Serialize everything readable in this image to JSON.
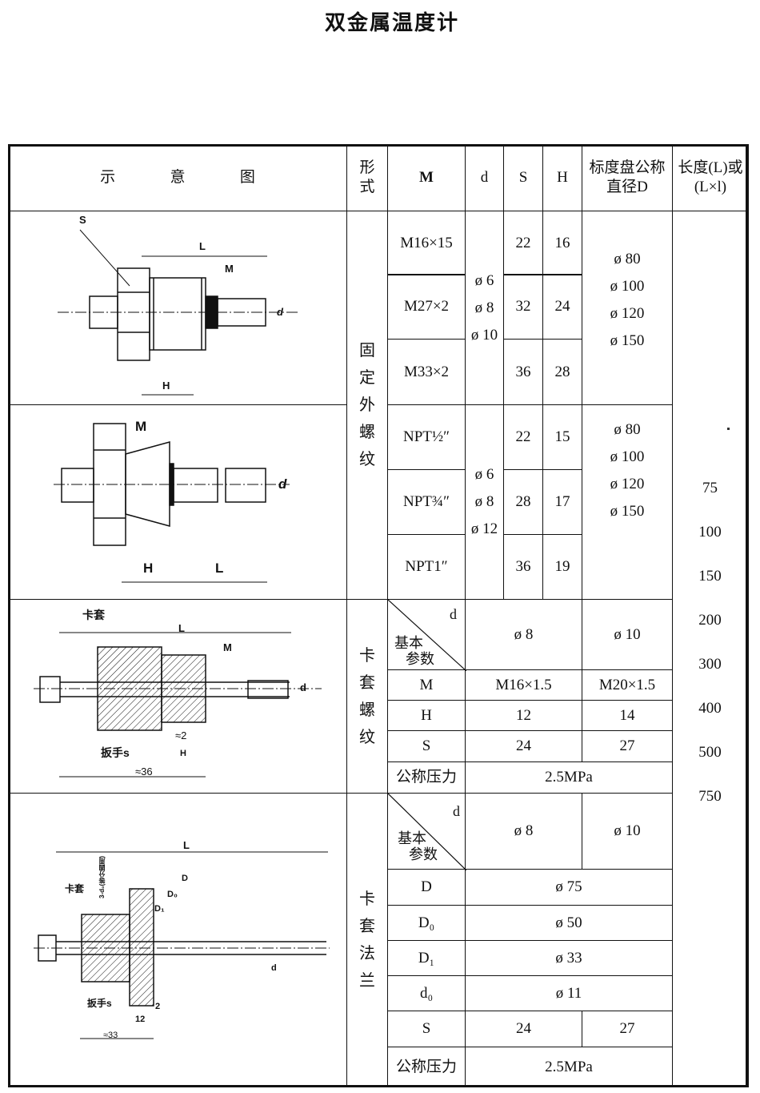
{
  "title": "双金属温度计",
  "header": {
    "diagram": [
      "示",
      "意",
      "图"
    ],
    "form": "形式",
    "M": "M",
    "d": "d",
    "S": "S",
    "H": "H",
    "dial": "标度盘公称直径D",
    "length": "长度(L)或(L×l)"
  },
  "section1": {
    "form": "固定外螺纹",
    "rows": [
      {
        "M": "M16×15",
        "S": "22",
        "H": "16"
      },
      {
        "M": "M27×2",
        "S": "32",
        "H": "24"
      },
      {
        "M": "M33×2",
        "S": "36",
        "H": "28"
      }
    ],
    "d": [
      "ø 6",
      "ø 8",
      "ø 10"
    ],
    "dial": [
      "ø 80",
      "ø 100",
      "ø 120",
      "ø 150"
    ],
    "labels": {
      "s": "S",
      "L": "L",
      "M": "M",
      "d": "d",
      "H": "H"
    }
  },
  "section2": {
    "rows": [
      {
        "M": "NPT½″",
        "S": "22",
        "H": "15"
      },
      {
        "M": "NPT¾″",
        "S": "28",
        "H": "17"
      },
      {
        "M": "NPT1″",
        "S": "36",
        "H": "19"
      }
    ],
    "d": [
      "ø 6",
      "ø 8",
      "ø 12"
    ],
    "dial": [
      "ø 80",
      "ø 100",
      "ø 120",
      "ø 150"
    ],
    "labels": {
      "M": "M",
      "d": "d",
      "H": "H",
      "L": "L"
    }
  },
  "lengths": [
    "75",
    "100",
    "150",
    "200",
    "300",
    "400",
    "500",
    "750"
  ],
  "section3": {
    "form": "卡套螺纹",
    "diag_top": "d",
    "diag_bottom": [
      "基本",
      "参数"
    ],
    "cols": [
      "ø 8",
      "ø 10"
    ],
    "rows": [
      {
        "label": "M",
        "v": [
          "M16×1.5",
          "M20×1.5"
        ]
      },
      {
        "label": "H",
        "v": [
          "12",
          "14"
        ]
      },
      {
        "label": "S",
        "v": [
          "24",
          "27"
        ]
      }
    ],
    "pressure_label": "公称压力",
    "pressure": "2.5MPa",
    "labels": {
      "ferrule": "卡套",
      "L": "L",
      "M": "M",
      "d": "d",
      "gap": "≈2",
      "H": "H",
      "wrench": "扳手s",
      "len": "≈36"
    }
  },
  "section4": {
    "form": "卡套法兰",
    "diag_top": "d",
    "diag_bottom": [
      "基本",
      "参数"
    ],
    "cols": [
      "ø 8",
      "ø 10"
    ],
    "rows": [
      {
        "label": "D",
        "v": "ø 75"
      },
      {
        "label": "D₀",
        "v": "ø 50"
      },
      {
        "label": "D₁",
        "v": "ø 33"
      },
      {
        "label": "d₀",
        "v": "ø 11"
      }
    ],
    "S_label": "S",
    "S": [
      "24",
      "27"
    ],
    "pressure_label": "公称压力",
    "pressure": "2.5MPa",
    "labels": {
      "L": "L",
      "holes": "3-d₀(等分圆周)",
      "ferrule": "卡套",
      "D": "D",
      "D0": "D₀",
      "D1": "D₁",
      "d": "d",
      "wrench": "扳手s",
      "t2": "2",
      "t12": "12",
      "len": "≈33"
    }
  }
}
